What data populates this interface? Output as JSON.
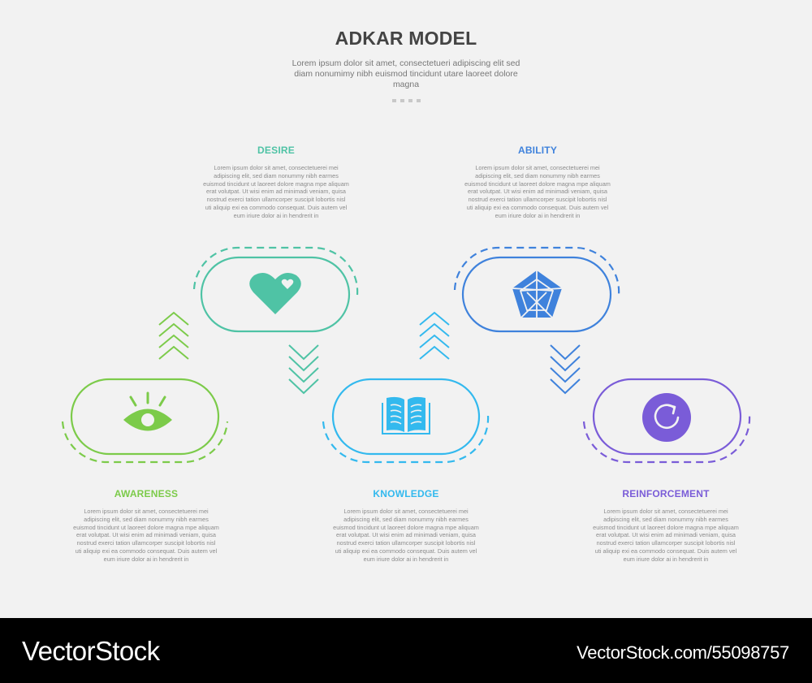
{
  "header": {
    "title": "ADKAR MODEL",
    "subtitle": "Lorem ipsum dolor sit amet, consectetueri adipiscing elit sed diam nonumimy nibh euismod tincidunt utare laoreet dolore magna"
  },
  "stages": [
    {
      "title": "AWARENESS",
      "color": "#7ccb4a",
      "icon": "eye-icon",
      "position": "bottom",
      "description": "Lorem ipsum dolor sit amet, consectetuerei mei adipiscing elit, sed diam nonummy nibh earmes euismod tincidunt ut laoreet dolore magna mpe aliquam erat volutpat. Ut wisi enim ad minimadi veniam, quisa nostrud exerci tation ullamcorper suscipit lobortis nisl uti aliquip exi ea commodo consequat. Duis autem vel eum iriure dolor ai in hendrerit in"
    },
    {
      "title": "DESIRE",
      "color": "#4fc3a5",
      "icon": "heart-icon",
      "position": "top",
      "description": "Lorem ipsum dolor sit amet, consectetuerei mei adipiscing elit, sed diam nonummy nibh earmes euismod tincidunt ut laoreet dolore magna mpe aliquam erat volutpat. Ut wisi enim ad minimadi veniam, quisa nostrud exerci tation ullamcorper suscipit lobortis nisl uti aliquip exi ea commodo consequat. Duis autem vel eum iriure dolor ai in hendrerit in"
    },
    {
      "title": "KNOWLEDGE",
      "color": "#33b9ee",
      "icon": "open-book-icon",
      "position": "bottom",
      "description": "Lorem ipsum dolor sit amet, consectetuerei mei adipiscing elit, sed diam nonummy nibh earmes euismod tincidunt ut laoreet dolore magna mpe aliquam erat volutpat. Ut wisi enim ad minimadi veniam, quisa nostrud exerci tation ullamcorper suscipit lobortis nisl uti aliquip exi ea commodo consequat. Duis autem vel eum iriure dolor ai in hendrerit in"
    },
    {
      "title": "ABILITY",
      "color": "#3f82dc",
      "icon": "radar-chart-icon",
      "position": "top",
      "description": "Lorem ipsum dolor sit amet, consectetuerei mei adipiscing elit, sed diam nonummy nibh earmes euismod tincidunt ut laoreet dolore magna mpe aliquam erat volutpat. Ut wisi enim ad minimadi veniam, quisa nostrud exerci tation ullamcorper suscipit lobortis nisl uti aliquip exi ea commodo consequat. Duis autem vel eum iriure dolor ai in hendrerit in"
    },
    {
      "title": "REINFORCEMENT",
      "color": "#7a5cd8",
      "icon": "refresh-icon",
      "position": "bottom",
      "description": "Lorem ipsum dolor sit amet, consectetuerei mei adipiscing elit, sed diam nonummy nibh earmes euismod tincidunt ut laoreet dolore magna mpe aliquam erat volutpat. Ut wisi enim ad minimadi veniam, quisa nostrud exerci tation ullamcorper suscipit lobortis nisl uti aliquip exi ea commodo consequat. Duis autem vel eum iriure dolor ai in hendrerit in"
    }
  ],
  "footer": {
    "brand": "VectorStock",
    "url": "VectorStock.com/55098757"
  }
}
